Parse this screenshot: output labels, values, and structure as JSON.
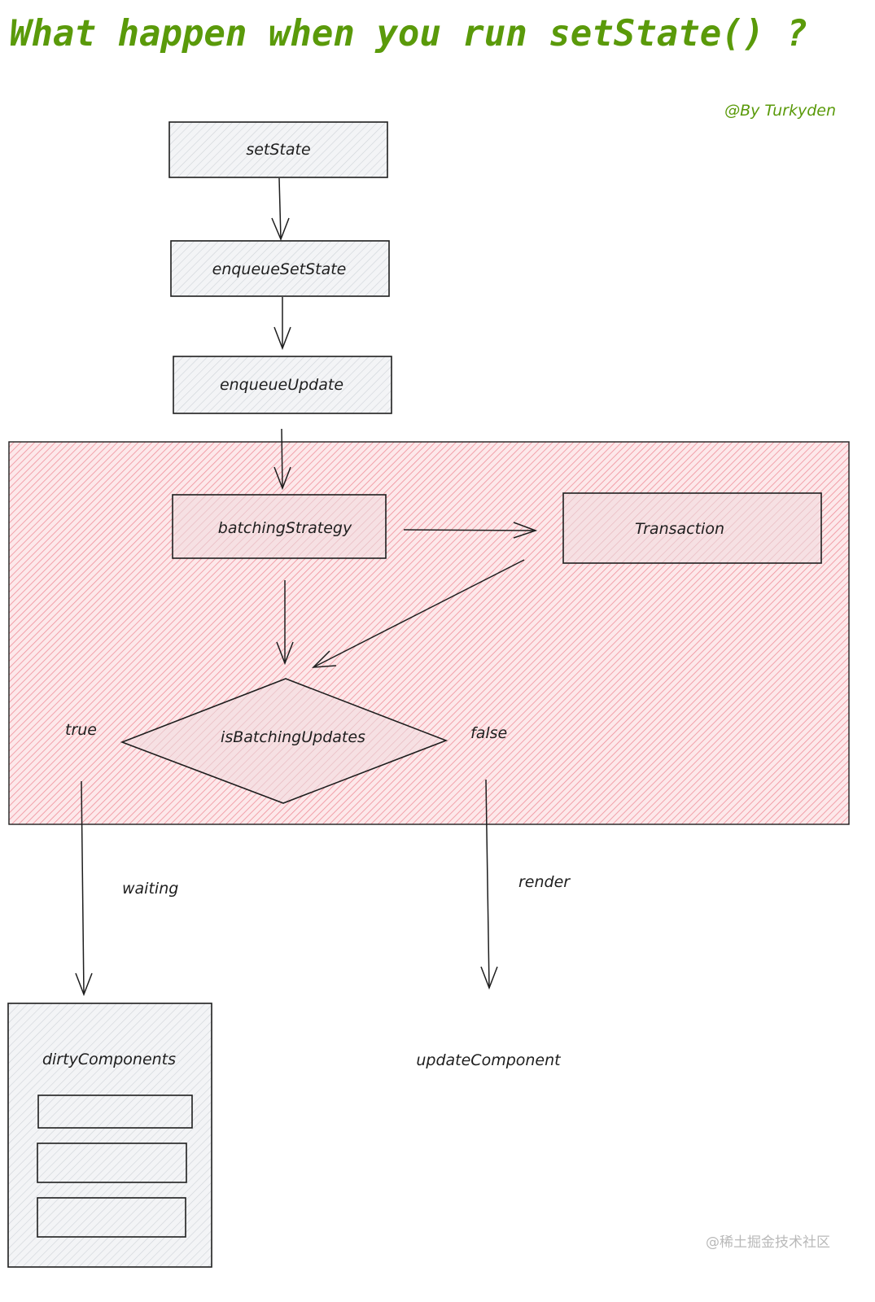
{
  "title": "What happen when you run setState() ?",
  "author": "@By Turkyden",
  "colors": {
    "title": "#5a9a0a",
    "stroke": "#1e1e1e",
    "box_fill": "#e9ecef",
    "region_fill": "#ff9aa5",
    "region_stroke": "#1e1e1e",
    "watermark": "#b9b9b9"
  },
  "nodes": {
    "set_state": "setState",
    "enqueue_set_state": "enqueueSetState",
    "enqueue_update": "enqueueUpdate",
    "batching_strategy": "batchingStrategy",
    "transaction": "Transaction",
    "is_batching_updates": "isBatchingUpdates",
    "dirty_components": "dirtyComponents",
    "update_component": "updateComponent"
  },
  "edge_labels": {
    "true": "true",
    "false": "false",
    "waiting": "waiting",
    "render": "render"
  },
  "watermark": "@稀土掘金技术社区"
}
